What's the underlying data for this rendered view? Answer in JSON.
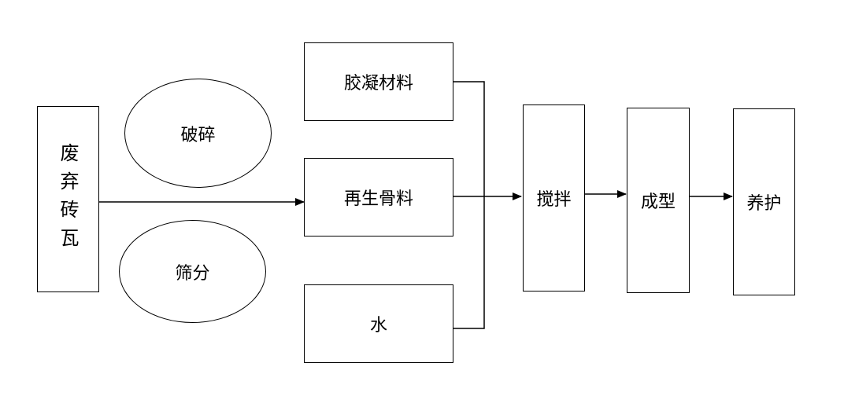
{
  "nodes": {
    "waste_brick": "废弃砖瓦",
    "crushing": "破碎",
    "screening": "筛分",
    "binder": "胶凝材料",
    "recycled_aggregate": "再生骨料",
    "water": "水",
    "mixing": "搅拌",
    "forming": "成型",
    "curing": "养护"
  },
  "colors": {
    "stroke": "#000000",
    "background": "#ffffff"
  }
}
